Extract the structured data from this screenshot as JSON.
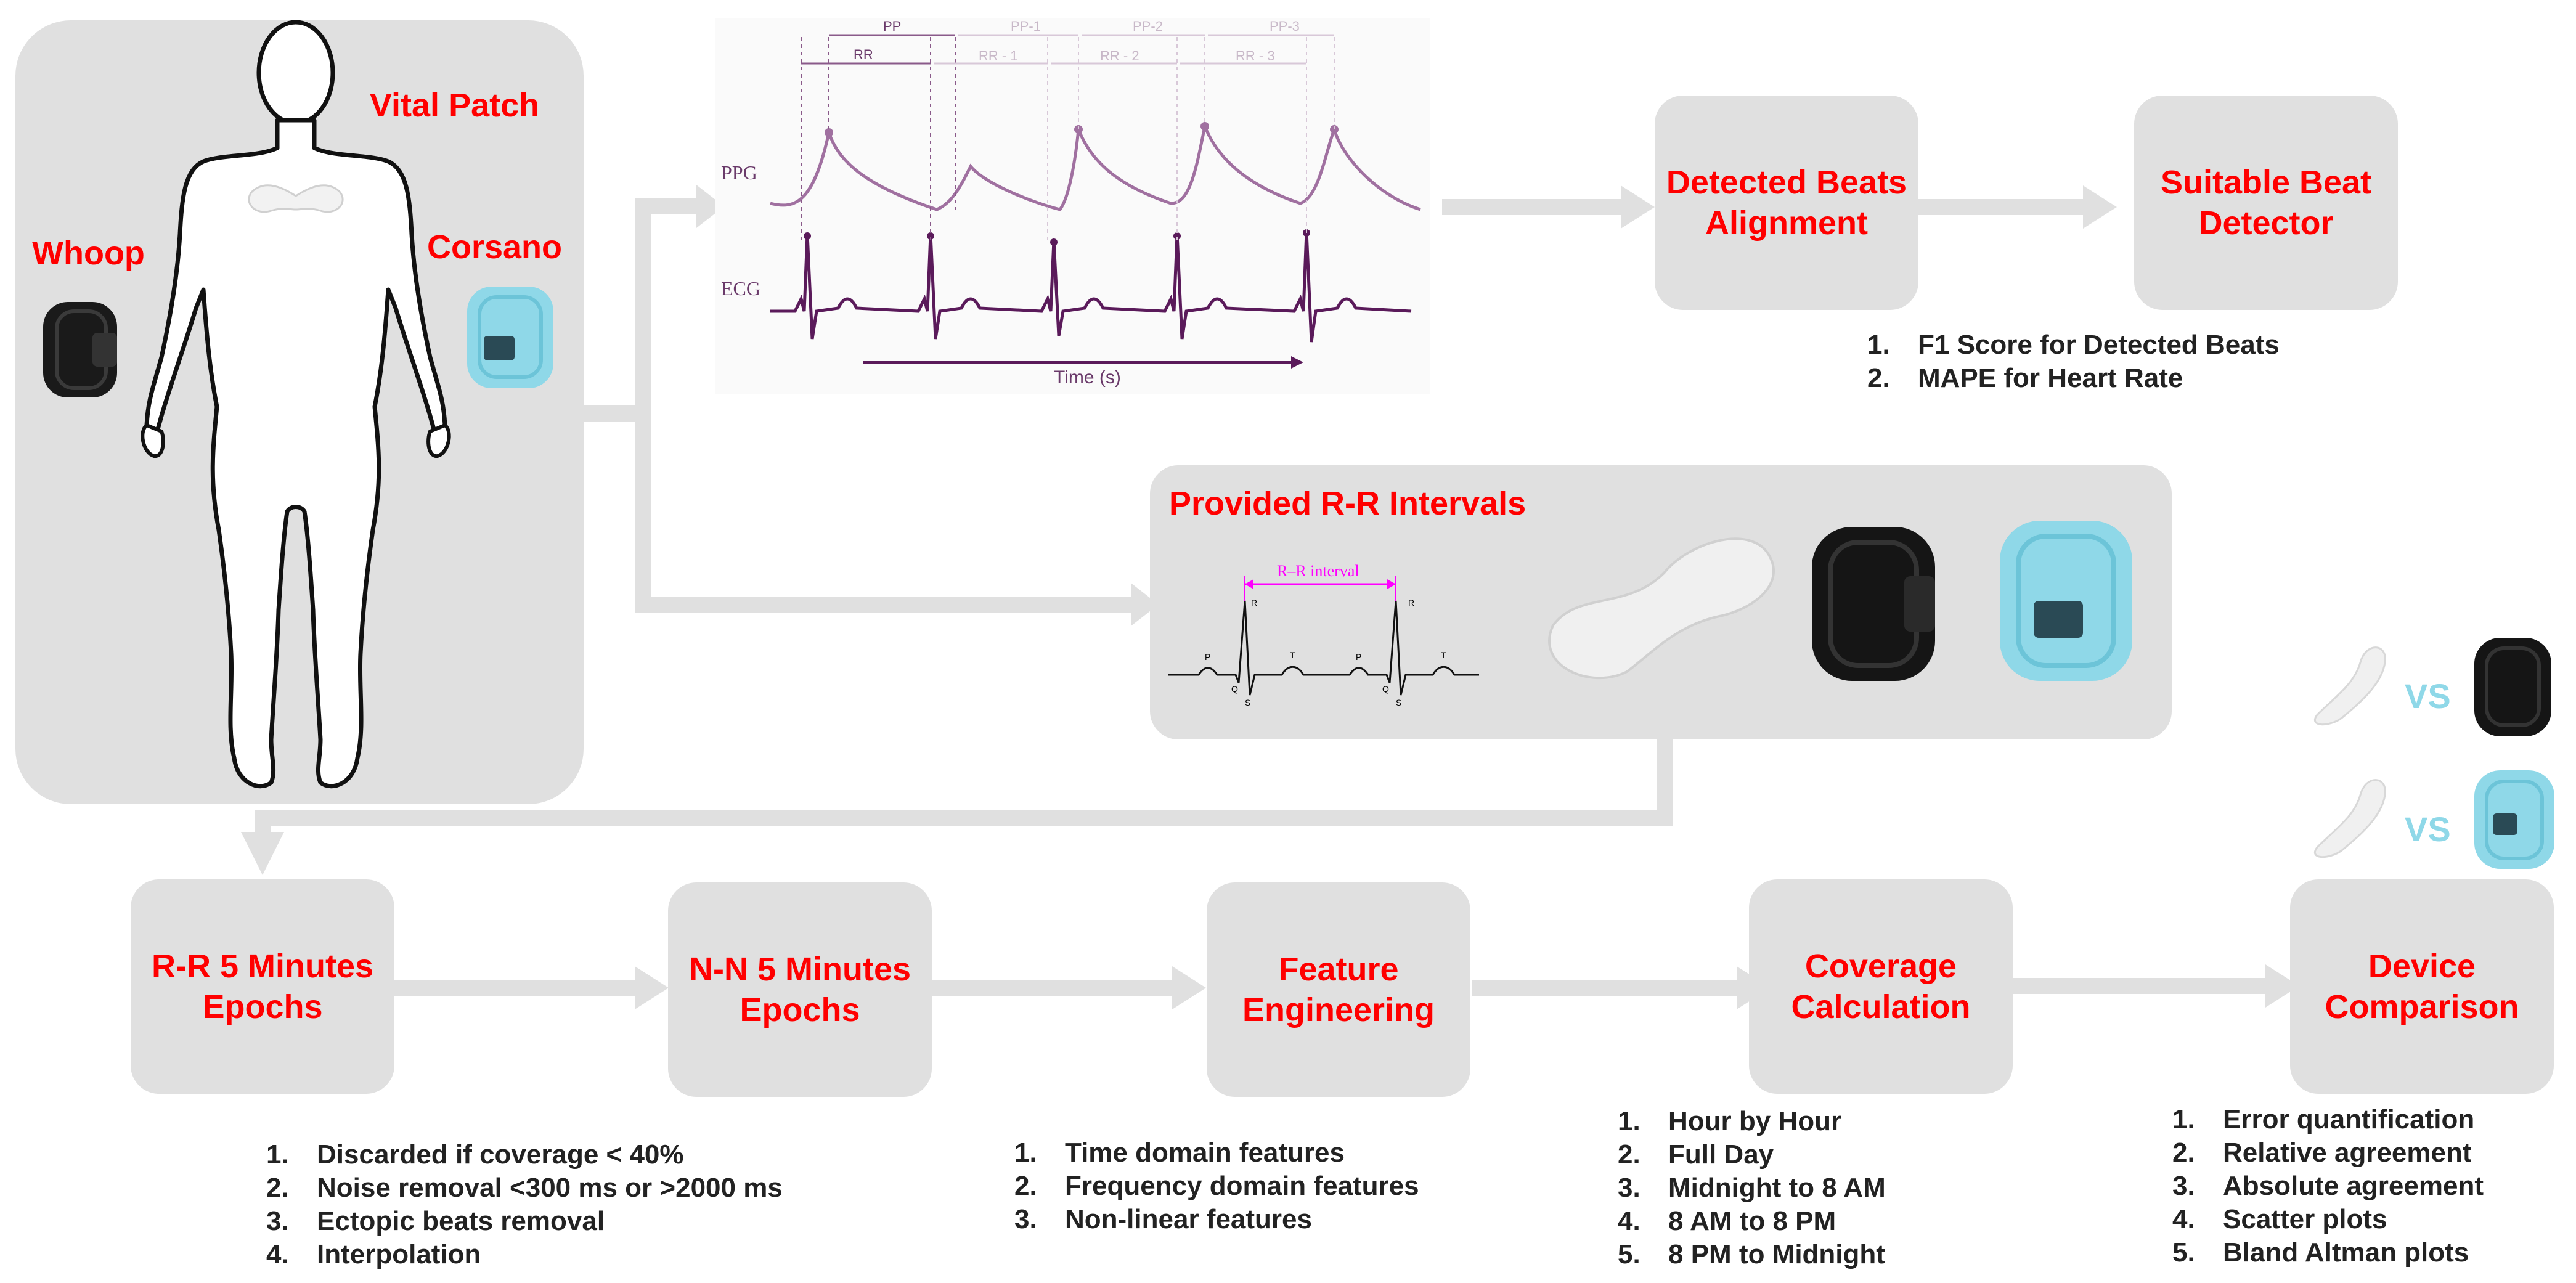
{
  "body_panel": {
    "labels": {
      "vital_patch": "Vital Patch",
      "whoop": "Whoop",
      "corsano": "Corsano"
    }
  },
  "signals": {
    "ppg_label": "PPG",
    "ecg_label": "ECG",
    "time_label": "Time (s)",
    "pp_label": "PP",
    "rr_label": "RR",
    "pp1_label": "PP-1",
    "pp2_label": "PP-2",
    "pp3_label": "PP-3",
    "rr1_label": "RR - 1",
    "rr2_label": "RR - 2",
    "rr3_label": "RR - 3"
  },
  "beats_alignment": {
    "title": "Detected Beats\nAlignment"
  },
  "beat_detector": {
    "title": "Suitable Beat\nDetector",
    "metrics": [
      "F1 Score for Detected Beats",
      "MAPE for Heart Rate"
    ]
  },
  "rr_panel": {
    "title": "Provided R-R Intervals",
    "interval_label": "R–R interval",
    "wave_letters": {
      "p": "P",
      "q": "Q",
      "r": "R",
      "s": "S",
      "t": "T"
    }
  },
  "comparisons": {
    "vs": "VS"
  },
  "pipeline": [
    {
      "title": "R-R 5 Minutes\nEpochs",
      "items": [
        "Discarded if coverage < 40%",
        "Noise removal <300 ms or >2000 ms",
        "Ectopic beats removal",
        "Interpolation"
      ]
    },
    {
      "title": "N-N 5 Minutes\nEpochs",
      "items": []
    },
    {
      "title": "Feature\nEngineering",
      "items": [
        "Time domain features",
        "Frequency domain features",
        "Non-linear features"
      ]
    },
    {
      "title": "Coverage\nCalculation",
      "items": [
        "Hour by Hour",
        "Full Day",
        "Midnight to 8 AM",
        "8 AM to 8 PM",
        "8 PM to Midnight"
      ]
    },
    {
      "title": "Device\nComparison",
      "items": [
        "Error quantification",
        "Relative agreement",
        "Absolute agreement",
        "Scatter plots",
        "Bland Altman plots"
      ]
    }
  ],
  "colors": {
    "accent_red": "#ff0000",
    "box_gray": "#e0e0e0",
    "arrow_gray": "#e0e0e0",
    "ppg_purple": "#a070a0",
    "ecg_purple": "#5a1a5a",
    "interval_magenta": "#ff00ff",
    "corsano_cyan": "#8fd8e8"
  }
}
